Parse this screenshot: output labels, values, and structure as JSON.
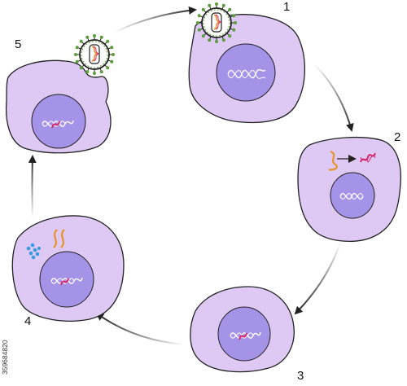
{
  "steps": [
    {
      "id": "1",
      "label": "1"
    },
    {
      "id": "2",
      "label": "2"
    },
    {
      "id": "3",
      "label": "3"
    },
    {
      "id": "4",
      "label": "4"
    },
    {
      "id": "5",
      "label": "5"
    }
  ],
  "stock_id": "359684820",
  "colors": {
    "cytoplasm": "#ddc9f3",
    "nucleus": "#a593e8",
    "outline": "#222222",
    "viral_rna": "#e8922a",
    "viral_dna": "#d8246c",
    "capsid_spike": "#5b9e3b",
    "protein_dots": "#3a9be0",
    "arrow": "#333333"
  }
}
